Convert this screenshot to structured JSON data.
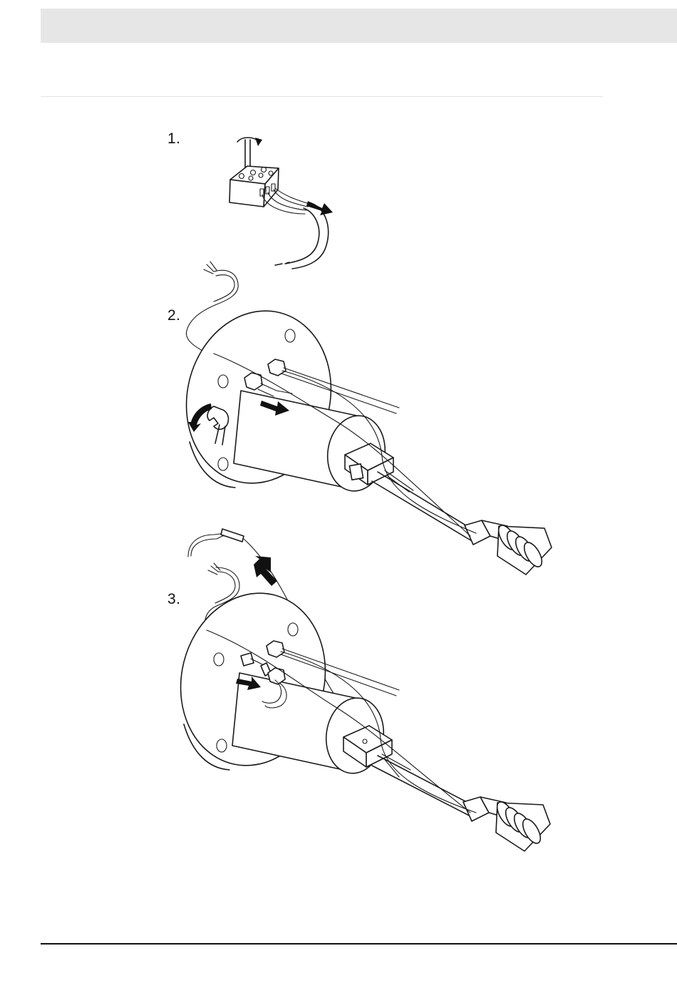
{
  "steps": [
    {
      "label": "1."
    },
    {
      "label": "2."
    },
    {
      "label": "3."
    }
  ],
  "colors": {
    "header_band": "#e6e6e6",
    "line_art": "#1a1a1a",
    "arrow_fill": "#111111",
    "footer_rule": "#111111"
  },
  "icons": [
    "rotate-arrow-icon",
    "direction-arrow-icon"
  ]
}
